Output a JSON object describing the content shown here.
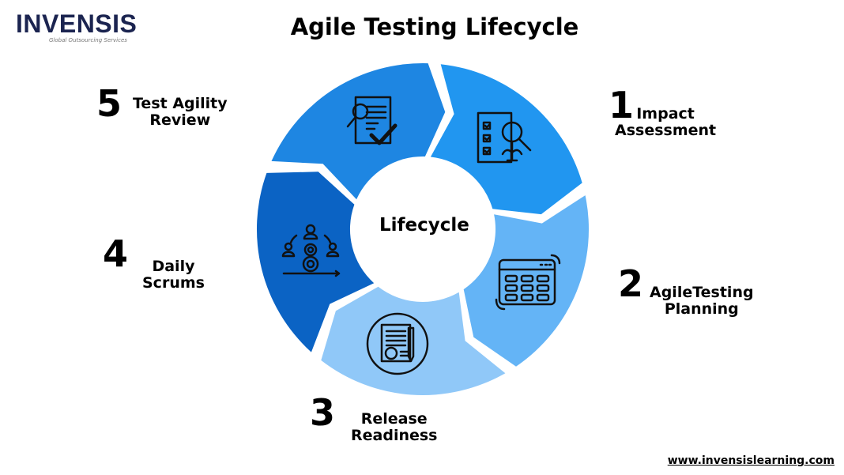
{
  "logo": {
    "name": "INVENSIS",
    "tagline": "Global Outsourcing Services"
  },
  "title": "Agile Testing Lifecycle",
  "center_label": "Lifecycle",
  "steps": [
    {
      "number": "1",
      "label_line1": "Impact",
      "label_line2": "Assessment",
      "color": "#2196f0",
      "icon": "checklist-magnifier-icon"
    },
    {
      "number": "2",
      "label_line1": "AgileTesting",
      "label_line2": "Planning",
      "color": "#64b4f6",
      "icon": "calendar-grid-icon"
    },
    {
      "number": "3",
      "label_line1": "Release",
      "label_line2": "Readiness",
      "color": "#90c8f8",
      "icon": "document-certificate-icon"
    },
    {
      "number": "4",
      "label_line1": "Daily",
      "label_line2": "Scrums",
      "color": "#0b63c4",
      "icon": "team-meeting-icon"
    },
    {
      "number": "5",
      "label_line1": "Test Agility",
      "label_line2": "Review",
      "color": "#1e86e2",
      "icon": "document-review-check-icon"
    }
  ],
  "footer_url": "www.invensislearning.com"
}
